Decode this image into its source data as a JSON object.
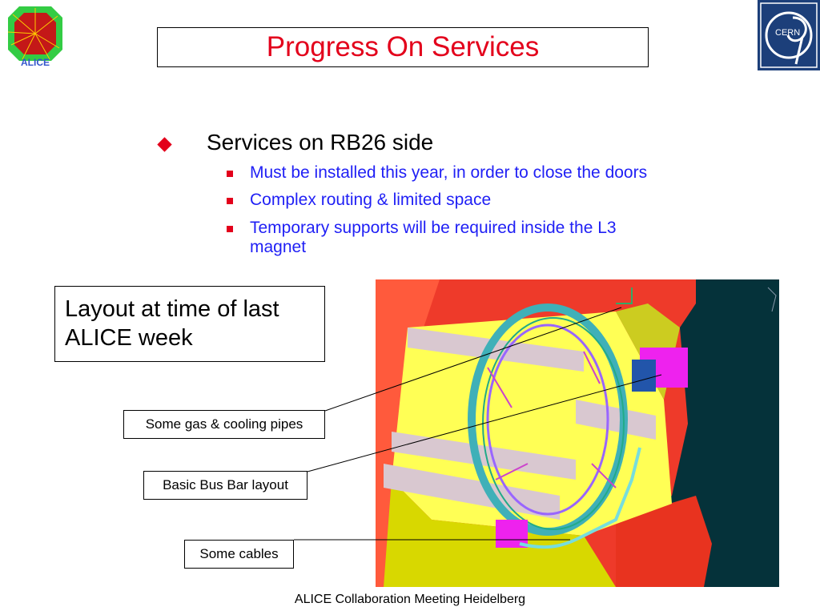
{
  "slide": {
    "title": "Progress On Services",
    "logos": {
      "left": "ALICE",
      "right": "CERN"
    },
    "bullets": {
      "main": "Services on RB26 side",
      "sub": [
        "Must be installed this year, in order to close the doors",
        "Complex routing & limited space",
        "Temporary supports will be required inside the L3",
        "magnet"
      ]
    },
    "layout_note": [
      "Layout at time of last",
      "ALICE week"
    ],
    "callouts": {
      "gas": "Some gas & cooling pipes",
      "busbar": "Basic Bus Bar layout",
      "cables": "Some cables"
    },
    "footer": "ALICE Collaboration Meeting Heidelberg"
  },
  "colors": {
    "title_red": "#e3001b",
    "sub_blue": "#1f1ff5",
    "magnet_red": "#ee3a2a",
    "yellow": "#ffff55",
    "dark_teal": "#05323a"
  }
}
